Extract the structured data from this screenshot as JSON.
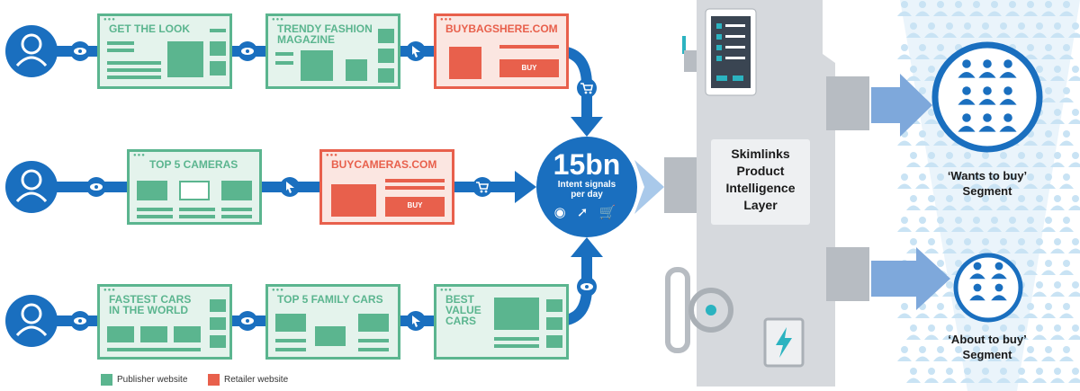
{
  "colors": {
    "blue": "#1a6fbf",
    "publisher": "#5bb58f",
    "retailer": "#e8604c",
    "machine": "#d6d9dd"
  },
  "rows": [
    {
      "sites": [
        {
          "type": "publisher",
          "title": "GET THE LOOK"
        },
        {
          "type": "publisher",
          "title": "TRENDY FASHION\nMAGAZINE"
        },
        {
          "type": "retailer",
          "title": "BUYBAGSHERE.COM",
          "button": "BUY"
        }
      ]
    },
    {
      "sites": [
        {
          "type": "publisher",
          "title": "TOP 5 CAMERAS"
        },
        {
          "type": "retailer",
          "title": "BUYCAMERAS.COM",
          "button": "BUY"
        }
      ]
    },
    {
      "sites": [
        {
          "type": "publisher",
          "title": "FASTEST CARS\nIN THE WORLD"
        },
        {
          "type": "publisher",
          "title": "TOP 5 FAMILY CARS"
        },
        {
          "type": "publisher",
          "title": "BEST\nVALUE\nCARS"
        }
      ]
    }
  ],
  "hub": {
    "value": "15bn",
    "caption": "Intent signals\nper day"
  },
  "machine": {
    "label": "Skimlinks\nProduct\nIntelligence\nLayer"
  },
  "segments": [
    {
      "label": "‘Wants to buy’\nSegment"
    },
    {
      "label": "‘About to buy’\nSegment"
    }
  ],
  "legend": {
    "publisher": "Publisher website",
    "retailer": "Retailer website"
  },
  "icons": [
    "person-icon",
    "eye-icon",
    "cursor-icon",
    "cart-icon",
    "bag-icon",
    "camera-icon",
    "car-icon",
    "gear-icon",
    "bolt-icon",
    "wheel-icon"
  ]
}
